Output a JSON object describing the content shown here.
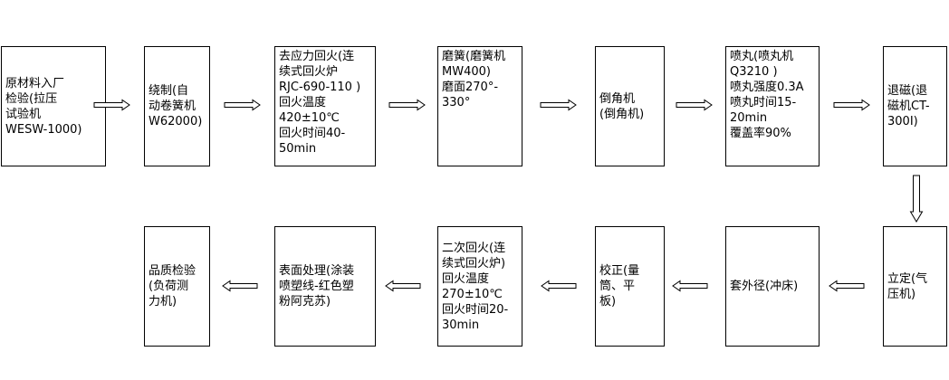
{
  "steps": {
    "s1": "原材料入厂\n检验(拉压\n试验机\nWESW-1000)",
    "s2": "绕制(自\n动卷簧机\nW62000)",
    "s3": "去应力回火(连\n续式回火炉\nRJC-690-110 )\n回火温度\n420±10℃\n回火时间40-\n50min",
    "s4": "磨簧(磨簧机\nMW400)\n磨面270°-\n330°",
    "s5": "倒角机\n(倒角机)",
    "s6": "喷丸(喷丸机\nQ3210 )\n喷丸强度0.3A\n喷丸时间15-\n20min\n覆盖率90%",
    "s7": "退磁(退\n磁机CT-\n300I)",
    "s8": "立定(气\n压机)",
    "s9": "套外径(冲床)",
    "s10": "校正(量\n筒、平\n板)",
    "s11": "二次回火(连\n续式回火炉)\n回火温度\n270±10℃\n回火时间20-\n30min",
    "s12": "表面处理(涂装\n喷塑线-红色塑\n粉阿克苏)",
    "s13": "品质检验\n(负荷测\n力机)"
  }
}
